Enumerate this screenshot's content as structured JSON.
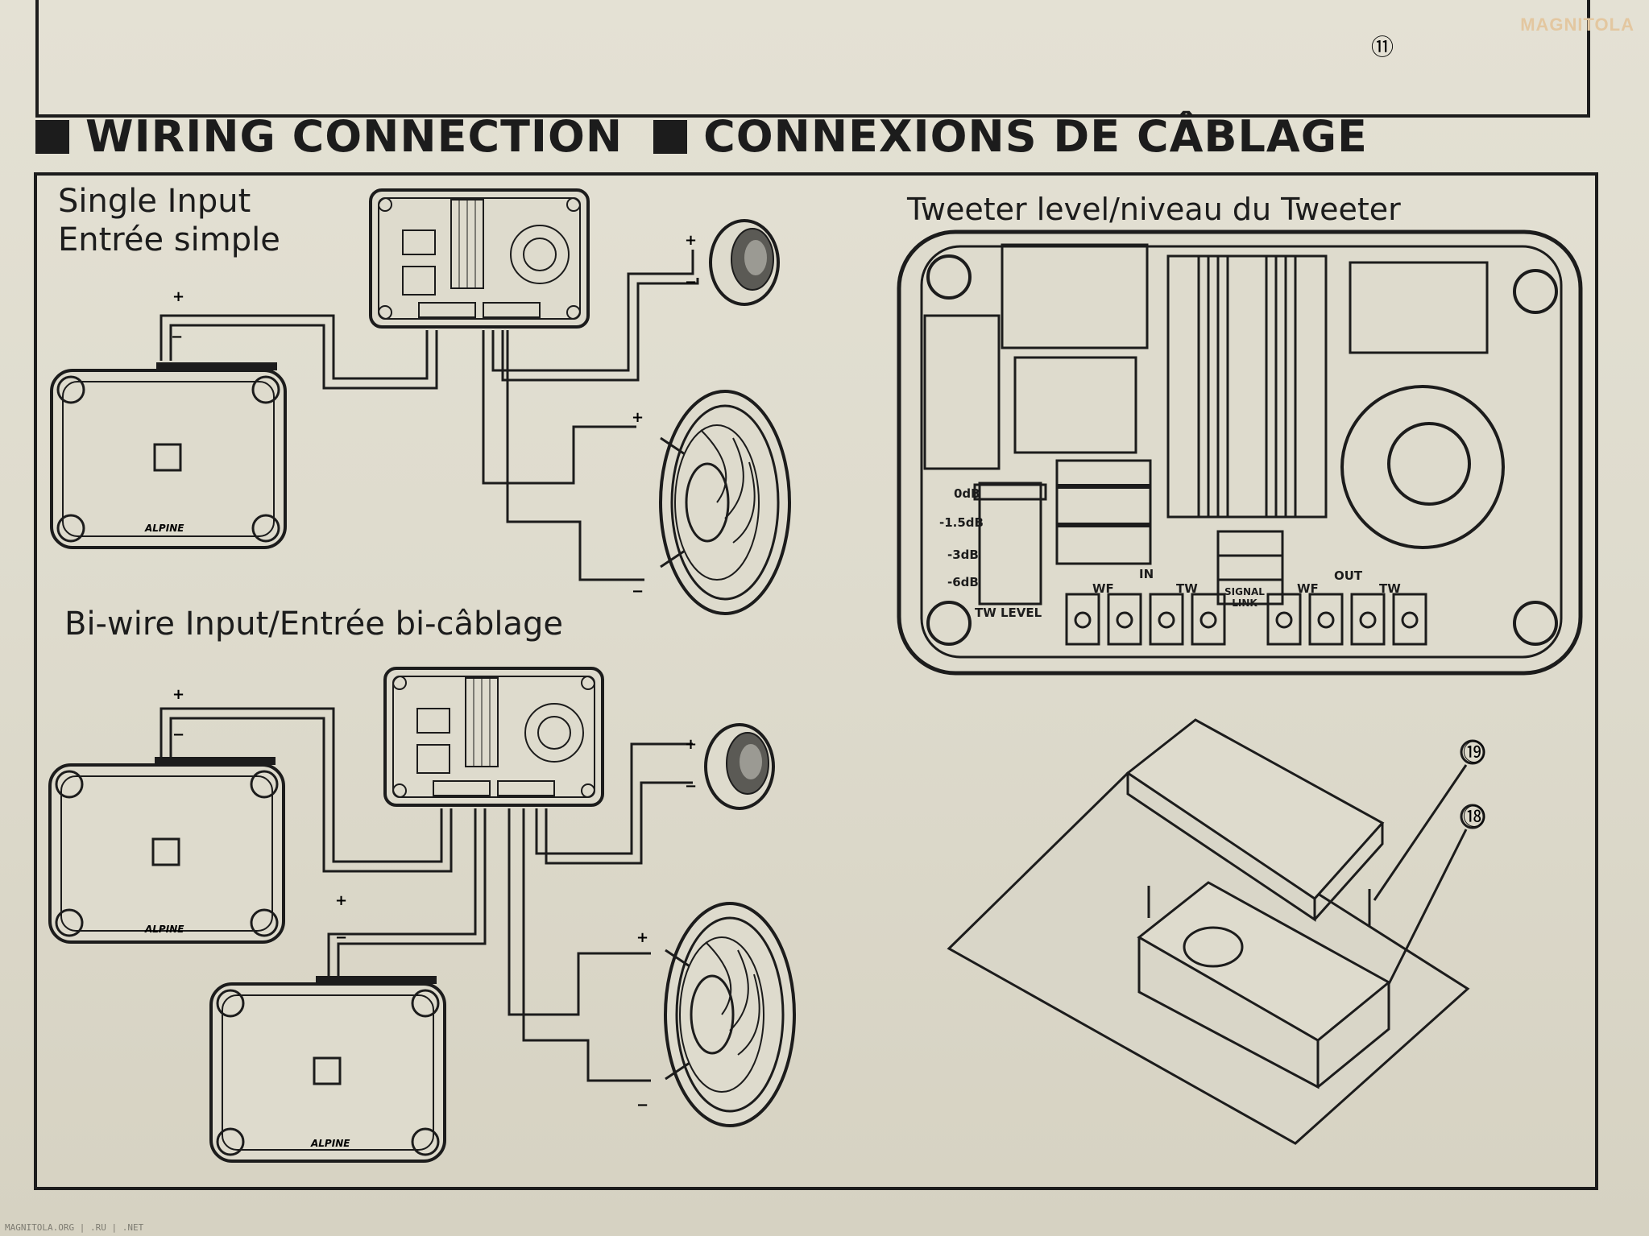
{
  "titles": {
    "english": "WIRING CONNECTION",
    "french": "CONNEXIONS DE CÂBLAGE"
  },
  "single_input": {
    "line1": "Single Input",
    "line2": "Entrée simple"
  },
  "biwire_input": {
    "label": "Bi-wire Input/Entrée bi-câblage"
  },
  "tweeter_level": {
    "title": "Tweeter level/niveau du Tweeter",
    "levels": [
      "0dB",
      "-1.5dB",
      "-3dB",
      "-6dB"
    ],
    "tw_level": "TW LEVEL",
    "in_label": "IN",
    "out_label": "OUT",
    "wf": "WF",
    "tw": "TW",
    "signal_link": "SIGNAL\nLINK"
  },
  "brand": "ALPINE",
  "polarity": {
    "plus": "+",
    "minus": "−"
  },
  "callouts": [
    "⑲",
    "⑱",
    "⑪"
  ],
  "watermark": "MAGNITOLA",
  "footer": "MAGNITOLA.ORG | .RU | .NET"
}
